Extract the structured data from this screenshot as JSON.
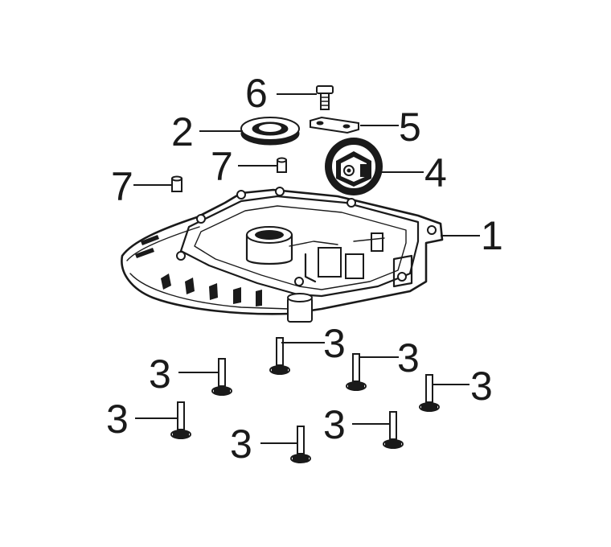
{
  "callouts": {
    "c1": "1",
    "c2": "2",
    "c3a": "3",
    "c3b": "3",
    "c3c": "3",
    "c3d": "3",
    "c3e": "3",
    "c3f": "3",
    "c3g": "3",
    "c4": "4",
    "c5": "5",
    "c6": "6",
    "c7a": "7",
    "c7b": "7"
  },
  "parts": [
    {
      "ref": "callouts.c1",
      "icon": "crankcase-cover-icon"
    },
    {
      "ref": "callouts.c2",
      "icon": "oil-seal-icon"
    },
    {
      "ref": "callouts.c3a",
      "icon": "flange-bolt-icon"
    },
    {
      "ref": "callouts.c4",
      "icon": "governor-gear-icon"
    },
    {
      "ref": "callouts.c5",
      "icon": "plate-icon"
    },
    {
      "ref": "callouts.c6",
      "icon": "bolt-icon"
    },
    {
      "ref": "callouts.c7a",
      "icon": "dowel-pin-icon"
    }
  ]
}
